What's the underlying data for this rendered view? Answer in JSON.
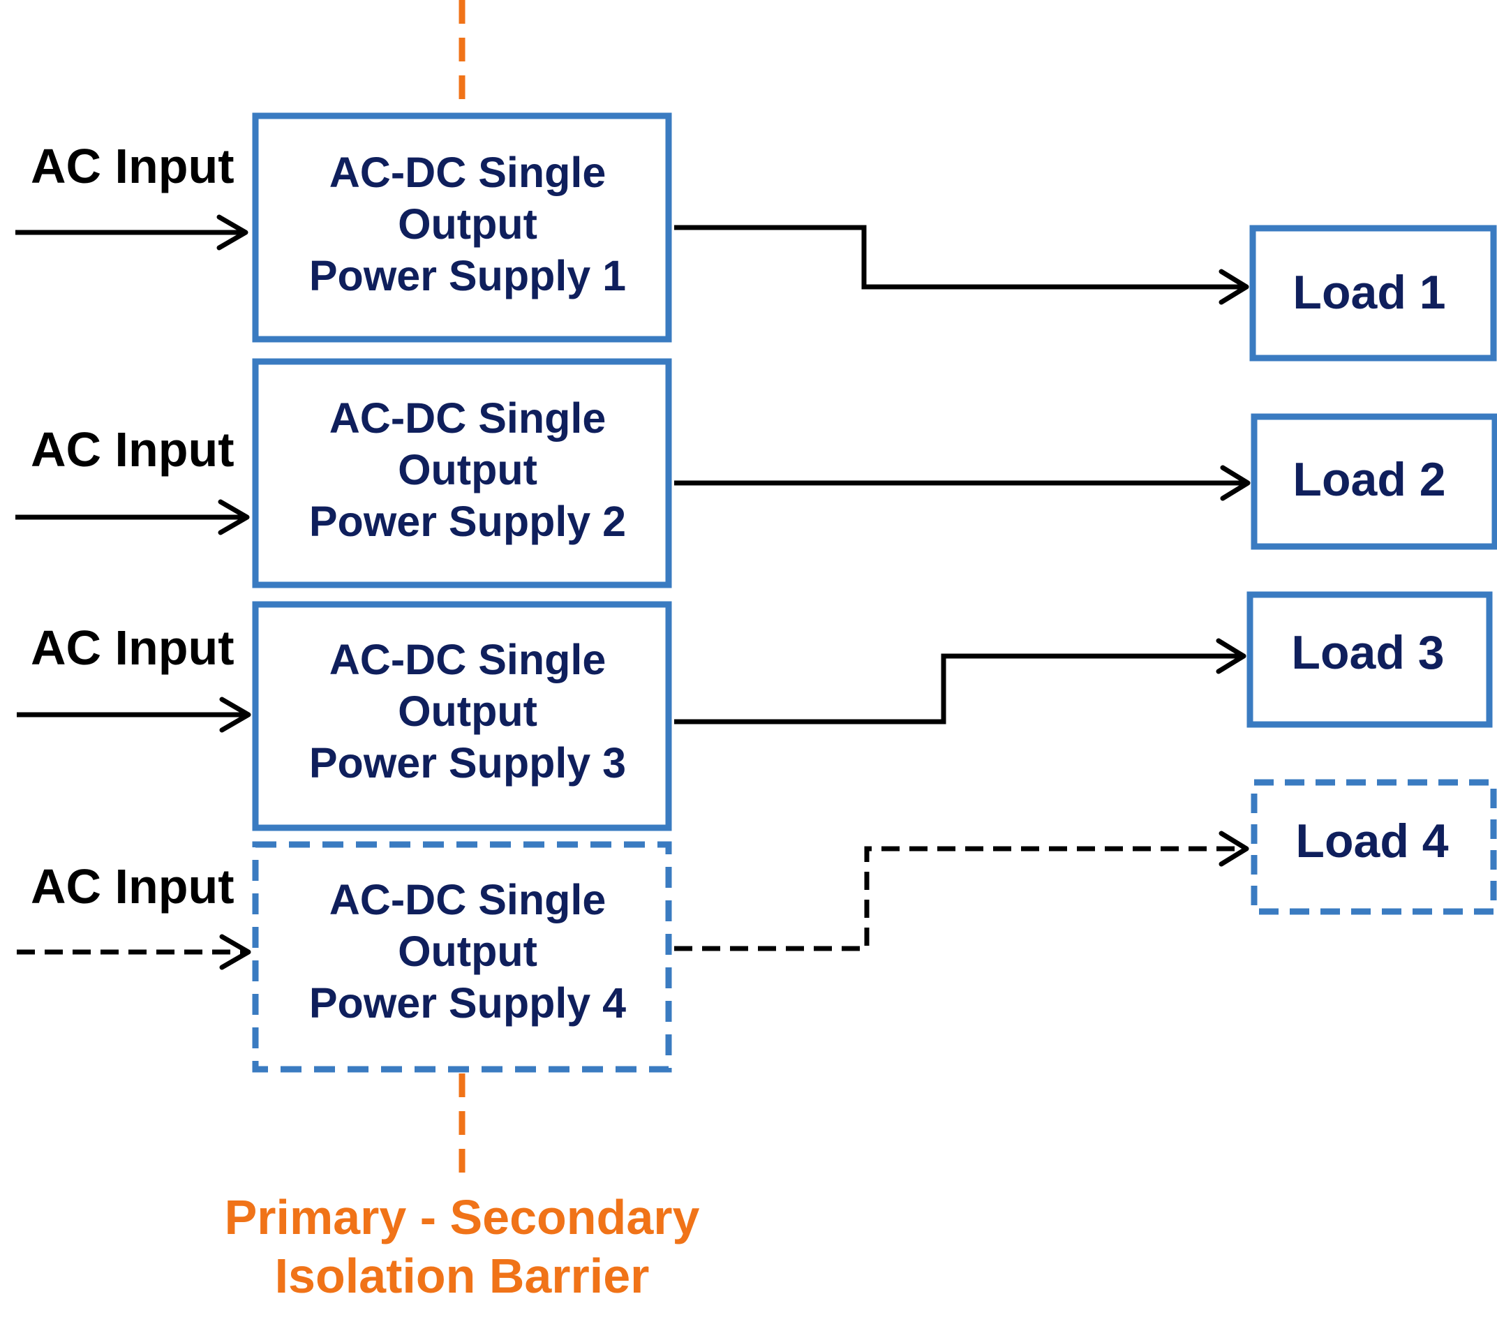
{
  "colors": {
    "box_border": "#3a7bc1",
    "box_text": "#0f1f5c",
    "wire": "#000000",
    "barrier": "#f07318"
  },
  "power_supplies": [
    {
      "line1": "AC-DC Single",
      "line2": "Output",
      "line3": "Power Supply 1",
      "style": "solid"
    },
    {
      "line1": "AC-DC Single",
      "line2": "Output",
      "line3": "Power Supply 2",
      "style": "solid"
    },
    {
      "line1": "AC-DC Single",
      "line2": "Output",
      "line3": "Power Supply 3",
      "style": "solid"
    },
    {
      "line1": "AC-DC Single",
      "line2": "Output",
      "line3": "Power Supply 4",
      "style": "dashed"
    }
  ],
  "ac_inputs": [
    {
      "label": "AC Input",
      "style": "solid"
    },
    {
      "label": "AC Input",
      "style": "solid"
    },
    {
      "label": "AC Input",
      "style": "solid"
    },
    {
      "label": "AC Input",
      "style": "dashed"
    }
  ],
  "loads": [
    {
      "label": "Load 1",
      "style": "solid"
    },
    {
      "label": "Load 2",
      "style": "solid"
    },
    {
      "label": "Load 3",
      "style": "solid"
    },
    {
      "label": "Load 4",
      "style": "dashed"
    }
  ],
  "barrier": {
    "line1": "Primary - Secondary",
    "line2": "Isolation Barrier"
  }
}
